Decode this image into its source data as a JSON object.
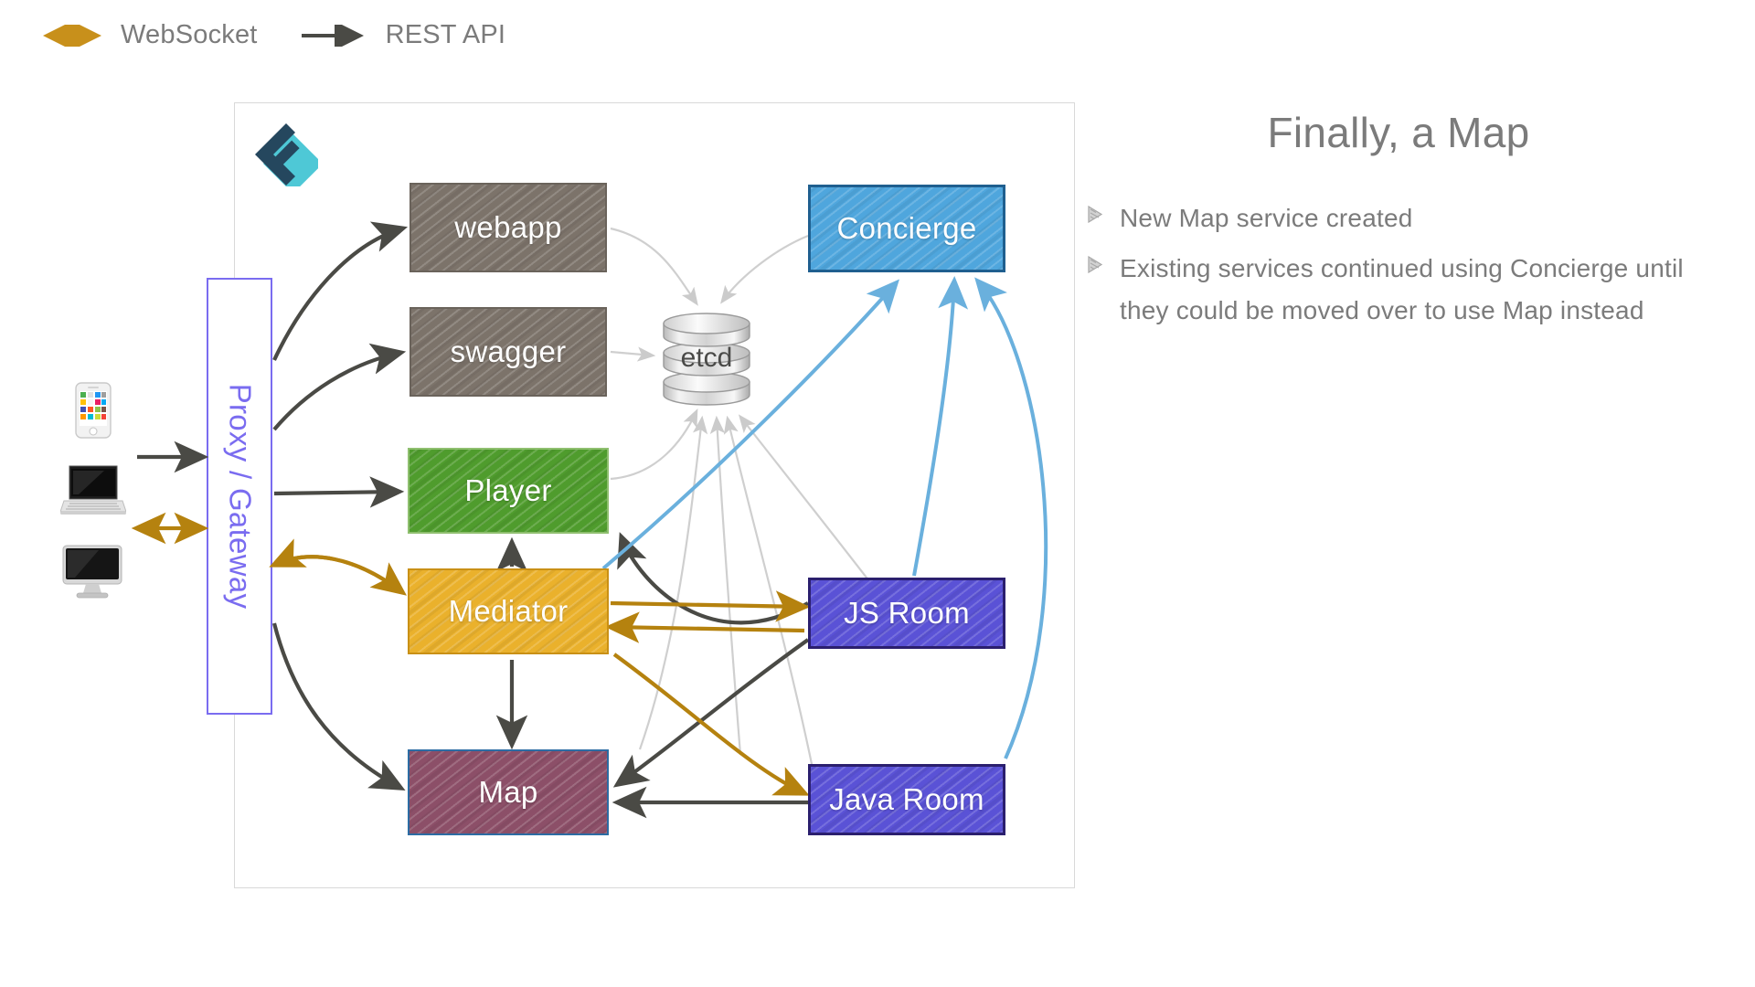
{
  "legend": {
    "items": [
      {
        "label": "WebSocket",
        "style": "bidirectional",
        "color": "#c8901b",
        "icon": "double-arrow-icon"
      },
      {
        "label": "REST API",
        "style": "unidirectional",
        "color": "#4a4a45",
        "icon": "arrow-icon"
      }
    ]
  },
  "diagram": {
    "logo_name": "gameon-logo",
    "devices": [
      {
        "name": "phone-icon",
        "label": "phone"
      },
      {
        "name": "laptop-icon",
        "label": "laptop"
      },
      {
        "name": "desktop-icon",
        "label": "desktop"
      }
    ],
    "gateway": {
      "label": "Proxy / Gateway",
      "color": "#7a6cf0"
    },
    "datastore": {
      "label": "etcd"
    },
    "nodes": [
      {
        "id": "webapp",
        "label": "webapp",
        "fill": "#7c736a",
        "border": "#6a635b"
      },
      {
        "id": "swagger",
        "label": "swagger",
        "fill": "#7c736a",
        "border": "#6a635b"
      },
      {
        "id": "player",
        "label": "Player",
        "fill": "#4f9c2d",
        "border": "#8fbf6f"
      },
      {
        "id": "mediator",
        "label": "Mediator",
        "fill": "#eab12c",
        "border": "#c99015"
      },
      {
        "id": "map",
        "label": "Map",
        "fill": "#8c4f68",
        "border": "#2c6ca3"
      },
      {
        "id": "concierge",
        "label": "Concierge",
        "fill": "#4fa6dd",
        "border": "#1f5f8f"
      },
      {
        "id": "jsroom",
        "label": "JS Room",
        "fill": "#5a52d6",
        "border": "#2b1f6e"
      },
      {
        "id": "javaroom",
        "label": "Java Room",
        "fill": "#5a52d6",
        "border": "#2b1f6e"
      }
    ]
  },
  "panel": {
    "title": "Finally, a Map",
    "bullets": [
      "New Map service created",
      "Existing services continued using Concierge until they could be moved over to use Map instead"
    ]
  },
  "colors": {
    "websocket": "#c8901b",
    "rest": "#4a4a45",
    "concierge_link": "#6ab0dd",
    "etcd_link": "#cfcfcf",
    "text_gray": "#7b7b7b"
  }
}
